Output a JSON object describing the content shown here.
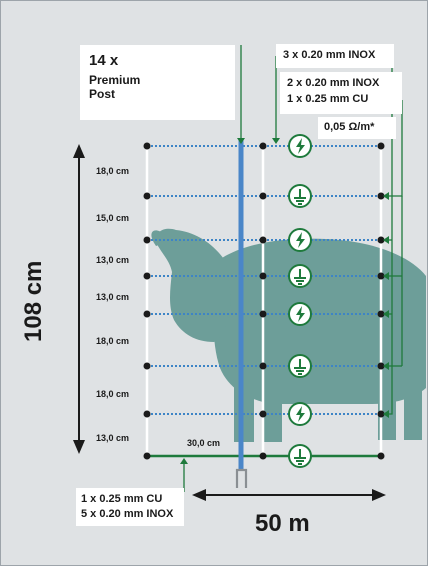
{
  "colors": {
    "background": "#dfe2e4",
    "border": "#9da4aa",
    "post": "#4a86c8",
    "green": "#1e7a3c",
    "sheep": "#6d9e99",
    "wire_blue": "#3d84c6",
    "node": "#1a1a1a",
    "text": "#1a1a1a"
  },
  "post_label": {
    "count": "14 x",
    "line1": "Premium",
    "line2": "Post"
  },
  "top_wire_label": "3 x 0.20 mm INOX",
  "mid_wire_label": {
    "line1": "2 x 0.20 mm INOX",
    "line2": "1 x 0.25 mm CU"
  },
  "resistance_label": "0,05 Ω/m*",
  "bottom_wire_label": {
    "line1": "1 x 0.25 mm CU",
    "line2": "5 x 0.20 mm INOX"
  },
  "total_height": "108 cm",
  "total_length": "50 m",
  "bottom_spacing": "30,0 cm",
  "spacings": [
    "18,0 cm",
    "15,0 cm",
    "13,0 cm",
    "13,0 cm",
    "18,0 cm",
    "18,0 cm",
    "13,0 cm"
  ],
  "wires": [
    {
      "type": "live",
      "icon": "lightning-icon"
    },
    {
      "type": "ground",
      "icon": "ground-icon"
    },
    {
      "type": "live",
      "icon": "lightning-icon"
    },
    {
      "type": "ground",
      "icon": "ground-icon"
    },
    {
      "type": "live",
      "icon": "lightning-icon"
    },
    {
      "type": "ground",
      "icon": "ground-icon"
    },
    {
      "type": "live",
      "icon": "lightning-icon"
    },
    {
      "type": "ground",
      "icon": "ground-icon"
    }
  ]
}
